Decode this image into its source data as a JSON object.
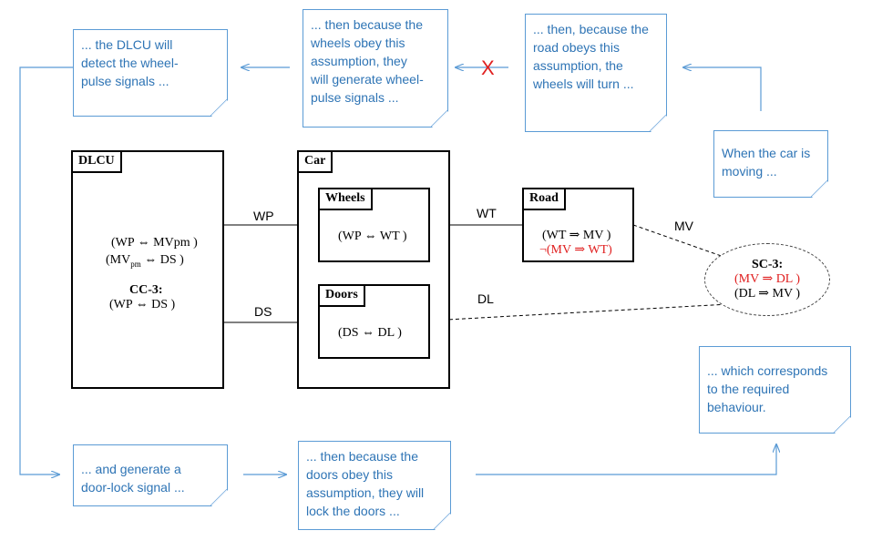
{
  "notes": {
    "dlcu_detect": "... the DLCU will\ndetect the wheel-\npulse signals ...",
    "wheels_generate": "... then because the\nwheels obey this\nassumption, they\nwill generate wheel-\npulse signals ...",
    "road_turn": "... then, because the\nroad obeys this\nassumption, the\nwheels will turn ...",
    "car_moving": "When the car is\nmoving ...",
    "generate_lock": "... and generate a\ndoor-lock signal ...",
    "doors_lock": "... then because the\ndoors obey this\nassumption, they will\nlock the doors ...",
    "required_behaviour": "... which corresponds\nto the required\nbehaviour."
  },
  "cross_mark": "X",
  "boxes": {
    "dlcu": {
      "tag": "DLCU",
      "line1": "(WP ⇔ MVpm )",
      "line2_pre": "(MV",
      "line2_sub": "pm",
      "line2_post": " ⇔ DS )",
      "cc_title": "CC-3:",
      "cc_formula": "(WP ⇔ DS )"
    },
    "car": {
      "tag": "Car"
    },
    "wheels": {
      "tag": "Wheels",
      "formula": "(WP  ⇔  WT )"
    },
    "doors": {
      "tag": "Doors",
      "formula": "(DS  ⇔  DL )"
    },
    "road": {
      "tag": "Road",
      "formula1": "(WT ⇒ MV )",
      "formula2": "¬(MV ⇒ WT)"
    },
    "sc3": {
      "title": "SC-3:",
      "formula1": "(MV ⇒ DL )",
      "formula2": "(DL ⇒ MV )"
    }
  },
  "labels": {
    "wp": "WP",
    "ds": "DS",
    "wt": "WT",
    "dl": "DL",
    "mv": "MV"
  },
  "colors": {
    "note_border": "#5b9bd5",
    "note_text": "#2e74b5",
    "red": "#e02020"
  }
}
